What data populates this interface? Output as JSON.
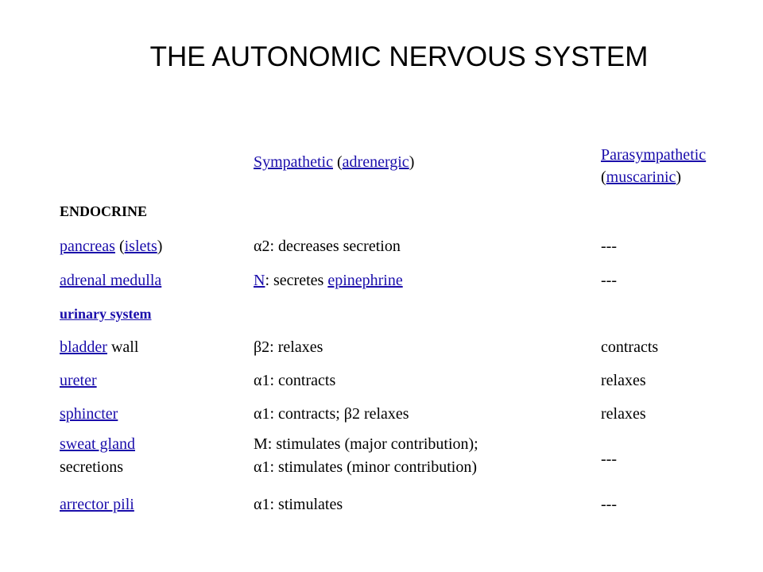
{
  "title": "THE AUTONOMIC NERVOUS SYSTEM",
  "header": {
    "sympathetic": "Sympathetic",
    "open_paren1": " (",
    "adrenergic": "adrenergic",
    "close_paren1": ")",
    "parasympathetic": "Parasympathetic",
    "open_paren2": "(",
    "muscarinic": "muscarinic",
    "close_paren2": ")"
  },
  "sections": {
    "endocrine": "ENDOCRINE",
    "urinary": "urinary system"
  },
  "rows": {
    "pancreas": {
      "link": "pancreas",
      "sep": " (",
      "link2": "islets",
      "tail": ")",
      "sym": "α2: decreases secretion",
      "para": "---"
    },
    "adrenal": {
      "link": "adrenal medulla",
      "sym_link": "N",
      "sym_text": ": secretes ",
      "sym_link2": "epinephrine",
      "para": "---"
    },
    "bladder": {
      "link": "bladder",
      "tail": " wall",
      "sym": "β2: relaxes",
      "para": "contracts"
    },
    "ureter": {
      "link": "ureter",
      "sym": "α1: contracts",
      "para": "relaxes"
    },
    "sphincter": {
      "link": "sphincter",
      "sym": "α1: contracts; β2 relaxes",
      "para": "relaxes"
    },
    "sweat": {
      "link": "sweat gland",
      "line2": "secretions",
      "sym1": "M: stimulates (major contribution);",
      "sym2": "α1: stimulates (minor contribution)",
      "para": "---"
    },
    "arrector": {
      "link": "arrector pili",
      "sym": "α1: stimulates",
      "para": "---"
    }
  }
}
